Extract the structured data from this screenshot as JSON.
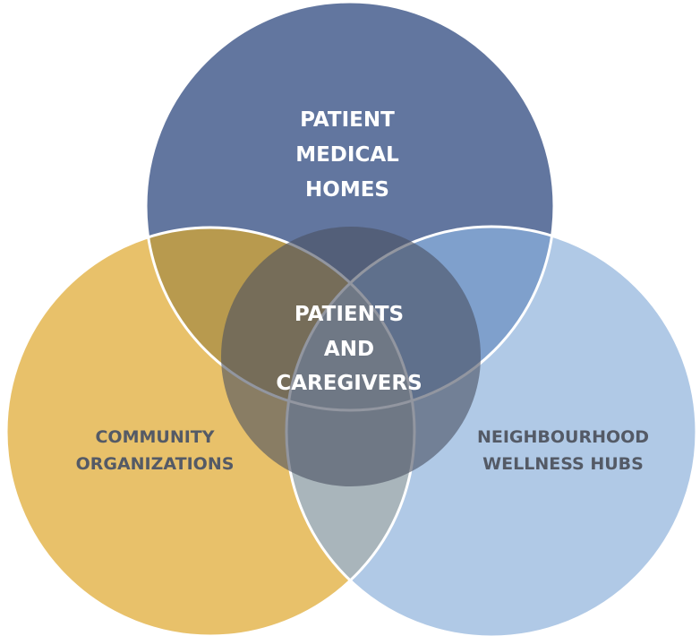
{
  "diagram": {
    "type": "venn",
    "sets": [
      {
        "id": "top",
        "lines": [
          "PATIENT",
          "MEDICAL",
          "HOMES"
        ],
        "color": "#62769f"
      },
      {
        "id": "left",
        "lines": [
          "COMMUNITY",
          "ORGANIZATIONS"
        ],
        "color": "#e8c16a"
      },
      {
        "id": "right",
        "lines": [
          "NEIGHBOURHOOD",
          "WELLNESS HUBS"
        ],
        "color": "#b0c9e6"
      }
    ],
    "center": {
      "lines": [
        "PATIENTS",
        "AND",
        "CAREGIVERS"
      ],
      "color": "#4a5060"
    },
    "overlap_colors": {
      "top_left": "#b89a4e",
      "top_right": "#7fa0cc",
      "left_right": "#a9b5bb"
    }
  }
}
